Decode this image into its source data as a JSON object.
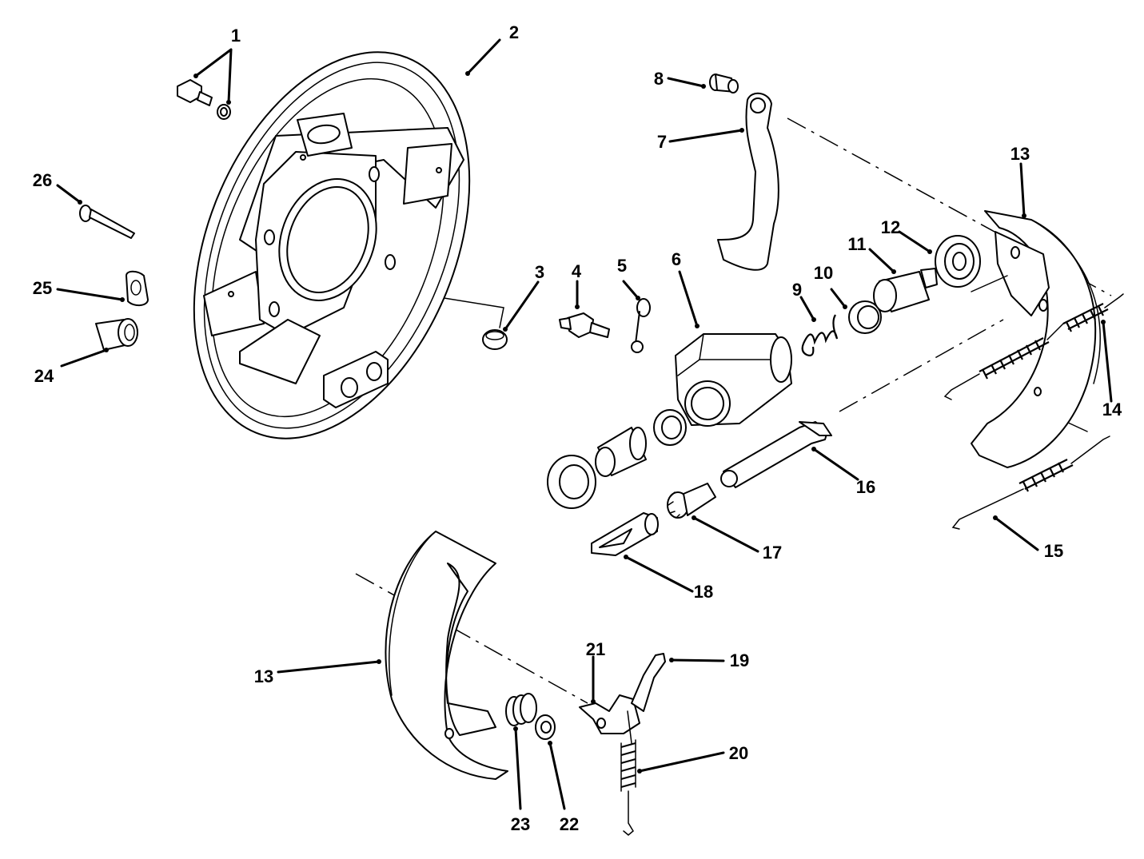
{
  "callouts": {
    "c1": "1",
    "c2": "2",
    "c3": "3",
    "c4": "4",
    "c5": "5",
    "c6": "6",
    "c7": "7",
    "c8": "8",
    "c9": "9",
    "c10": "10",
    "c11": "11",
    "c12": "12",
    "c13a": "13",
    "c13b": "13",
    "c14": "14",
    "c15": "15",
    "c16": "16",
    "c17": "17",
    "c18": "18",
    "c19": "19",
    "c20": "20",
    "c21": "21",
    "c22": "22",
    "c23": "23",
    "c24": "24",
    "c25": "25",
    "c26": "26"
  },
  "colors": {
    "ink": "#000000",
    "paper": "#ffffff"
  }
}
